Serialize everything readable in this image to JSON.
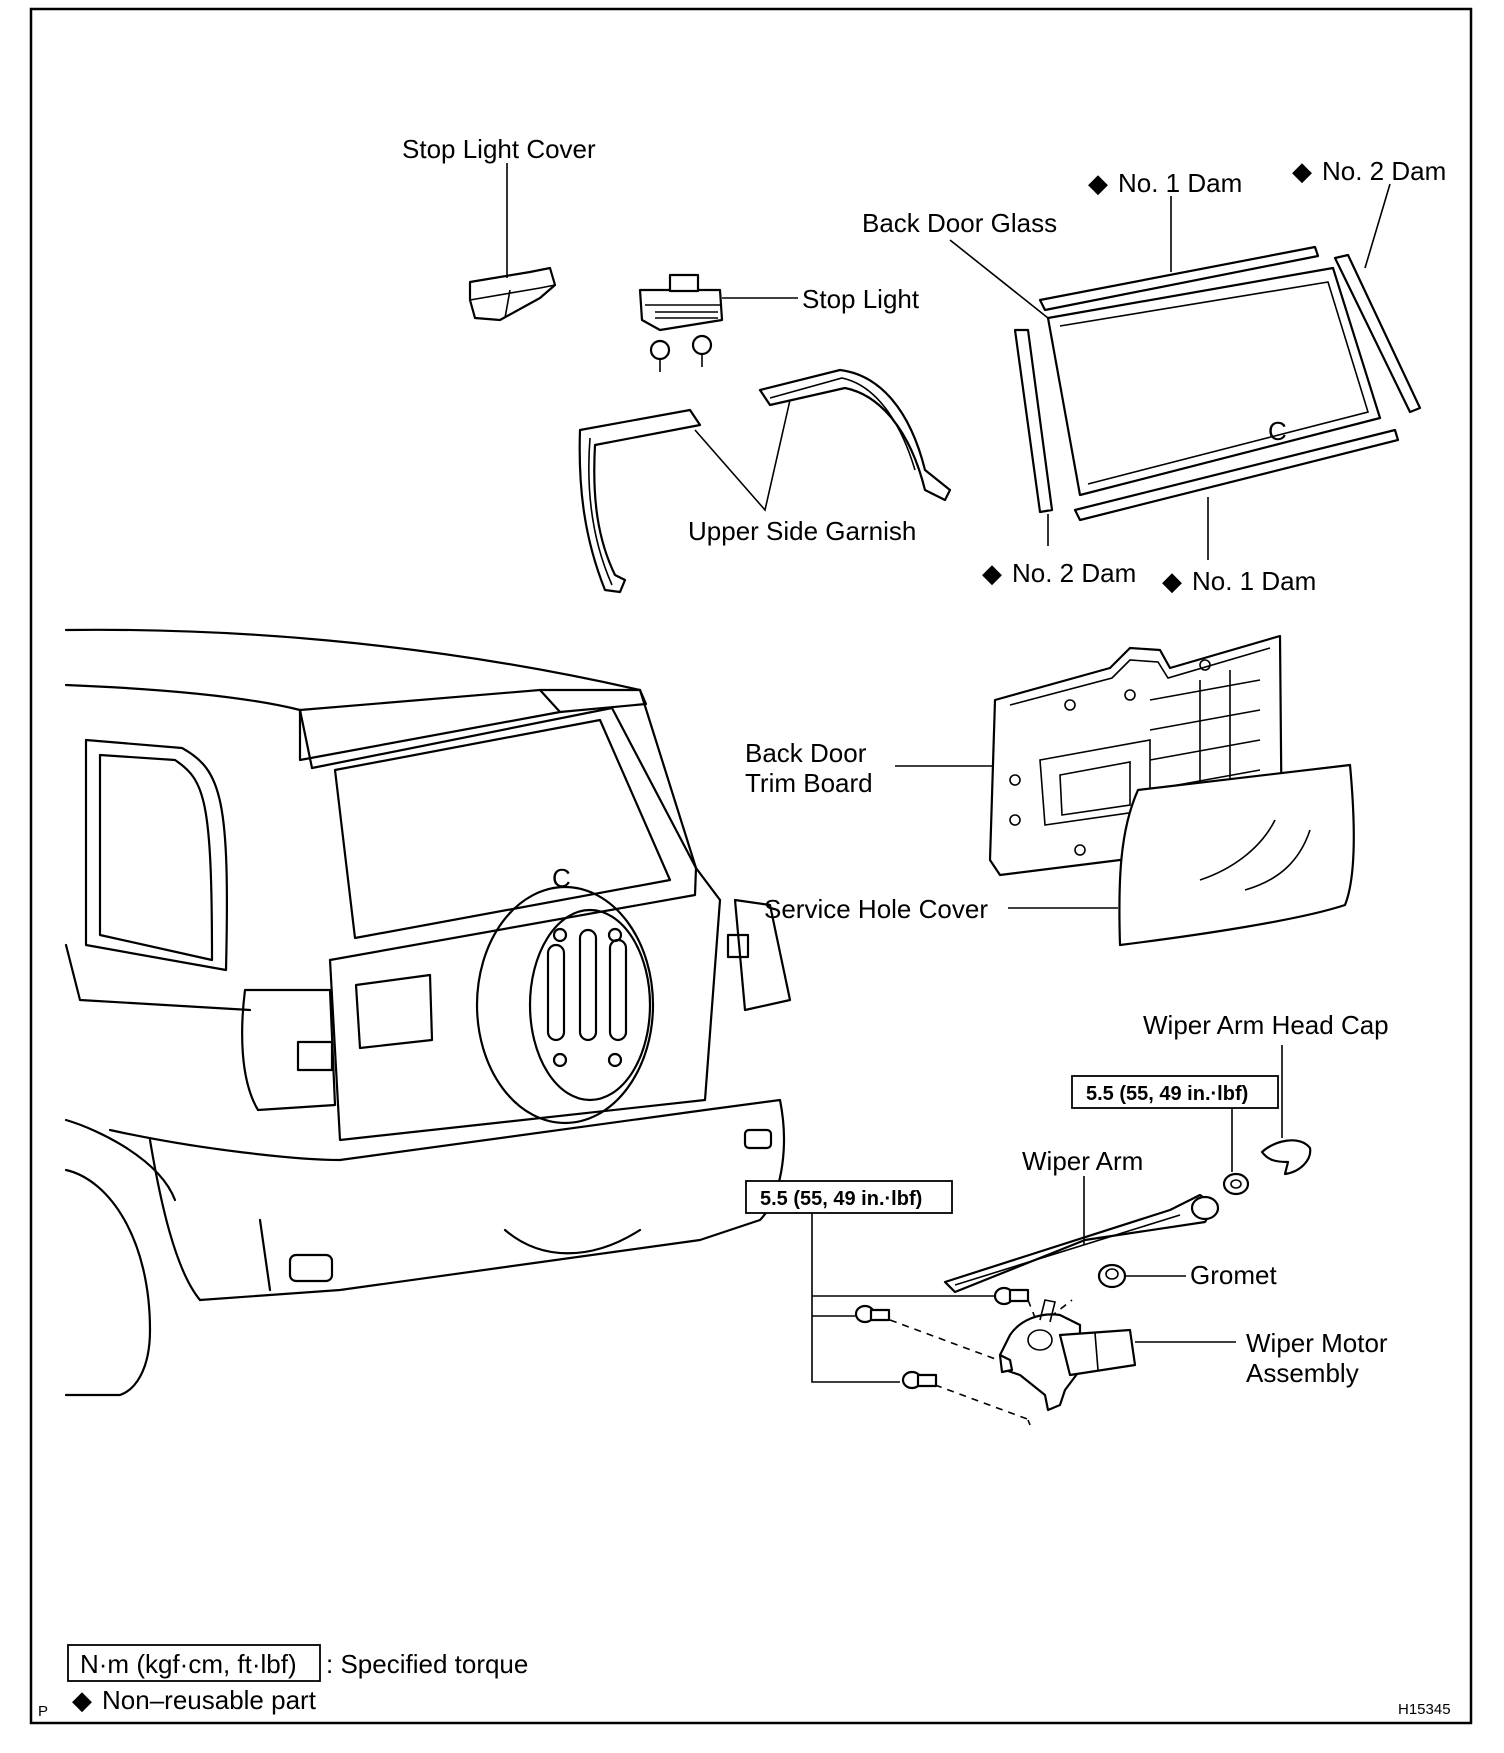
{
  "labels": {
    "stop_light_cover": "Stop Light Cover",
    "stop_light": "Stop Light",
    "upper_side_garnish": "Upper Side Garnish",
    "back_door_glass": "Back Door Glass",
    "no1_dam": "No. 1 Dam",
    "no2_dam": "No. 2 Dam",
    "glass_mark": "C",
    "back_door_trim_board_line1": "Back Door",
    "back_door_trim_board_line2": "Trim Board",
    "service_hole_cover": "Service Hole Cover",
    "wiper_arm_head_cap": "Wiper Arm Head Cap",
    "wiper_arm": "Wiper Arm",
    "gromet": "Gromet",
    "wiper_motor_line1": "Wiper Motor",
    "wiper_motor_line2": "Assembly"
  },
  "torque": {
    "wiper_arm_nut": "5.5 (55, 49 in.·lbf)",
    "wiper_motor_bolts": "5.5 (55, 49 in.·lbf)"
  },
  "legend": {
    "torque_unit": "N·m (kgf·cm, ft·lbf)",
    "torque_desc": ": Specified torque",
    "nonreusable_mark": "◆",
    "nonreusable_desc": "Non–reusable part"
  },
  "footer": {
    "corner_letter": "P",
    "figure_code": "H15345"
  }
}
